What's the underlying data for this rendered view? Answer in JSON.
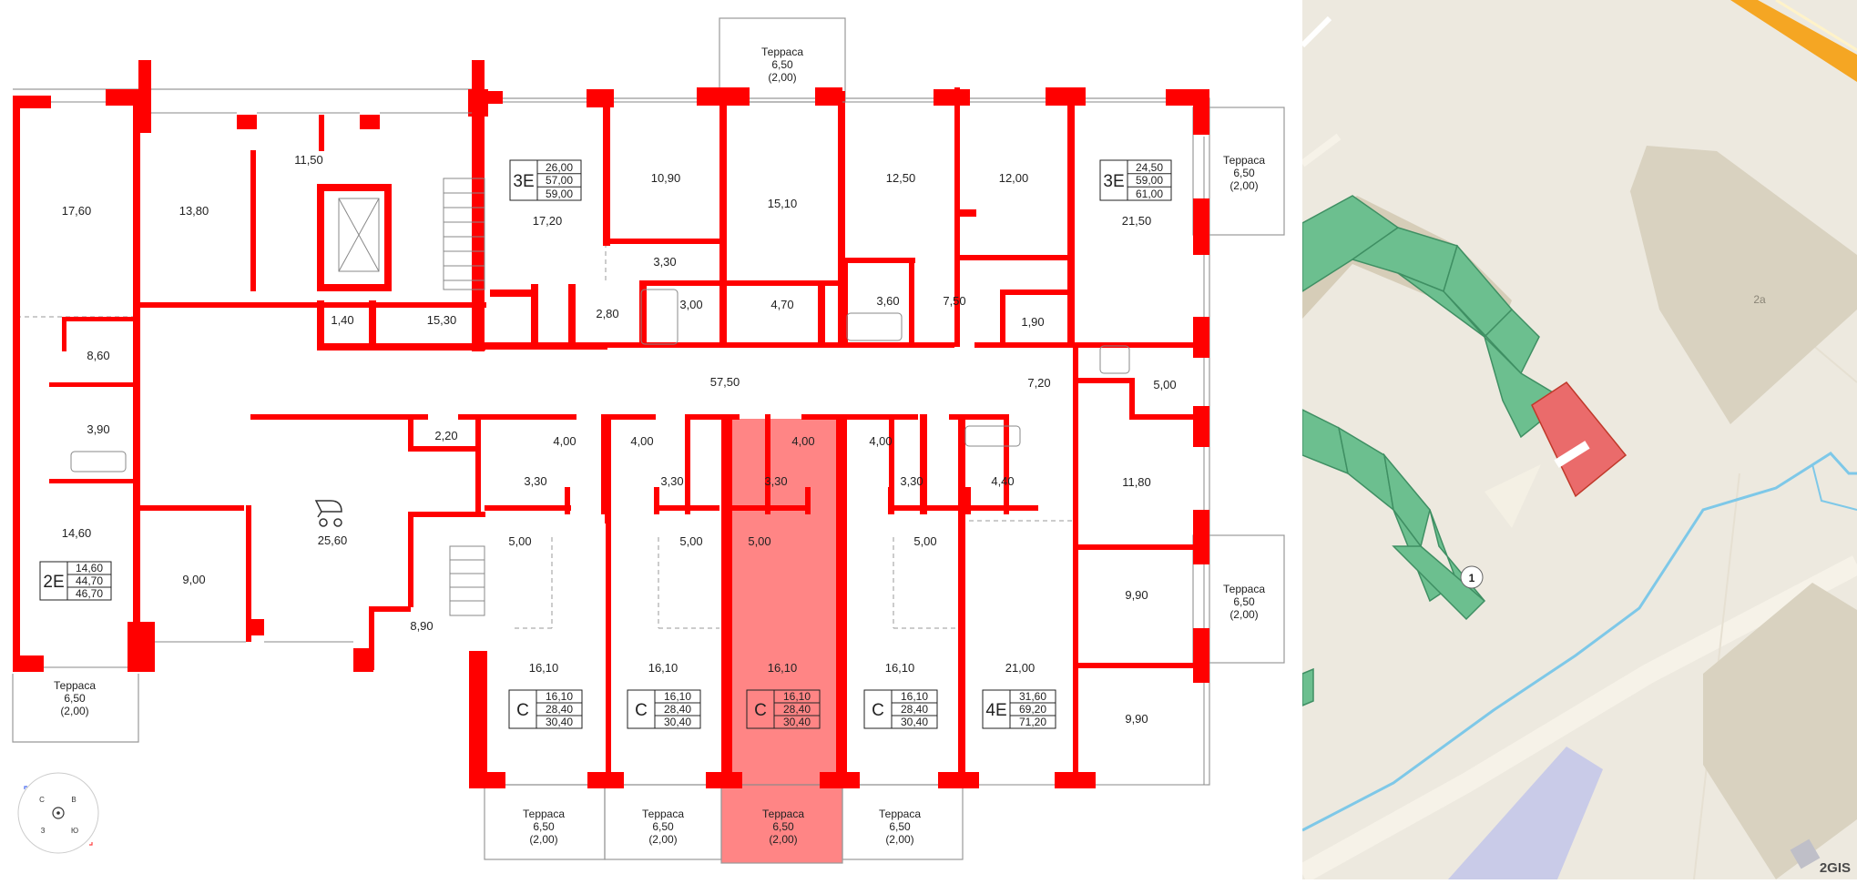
{
  "rooms": [
    {
      "id": "r1",
      "label": "17,60"
    },
    {
      "id": "r2",
      "label": "13,80"
    },
    {
      "id": "r3",
      "label": "11,50"
    },
    {
      "id": "r4",
      "label": "17,20"
    },
    {
      "id": "r5",
      "label": "10,90"
    },
    {
      "id": "r6",
      "label": "15,10"
    },
    {
      "id": "r7",
      "label": "12,50"
    },
    {
      "id": "r8",
      "label": "12,00"
    },
    {
      "id": "r9",
      "label": "21,50"
    },
    {
      "id": "r10",
      "label": "3,30"
    },
    {
      "id": "r11",
      "label": "1,40"
    },
    {
      "id": "r12",
      "label": "15,30"
    },
    {
      "id": "r13",
      "label": "2,80"
    },
    {
      "id": "r14",
      "label": "3,00"
    },
    {
      "id": "r15",
      "label": "4,70"
    },
    {
      "id": "r16",
      "label": "3,60"
    },
    {
      "id": "r17",
      "label": "7,50"
    },
    {
      "id": "r18",
      "label": "1,90"
    },
    {
      "id": "r19",
      "label": "8,60"
    },
    {
      "id": "r20",
      "label": "57,50"
    },
    {
      "id": "r21",
      "label": "7,20"
    },
    {
      "id": "r22",
      "label": "5,00"
    },
    {
      "id": "r23",
      "label": "3,90"
    },
    {
      "id": "r24",
      "label": "2,20"
    },
    {
      "id": "r25",
      "label": "4,00"
    },
    {
      "id": "r26",
      "label": "4,00"
    },
    {
      "id": "r27",
      "label": "4,00"
    },
    {
      "id": "r28",
      "label": "4,00"
    },
    {
      "id": "r29",
      "label": "3,30"
    },
    {
      "id": "r30",
      "label": "3,30"
    },
    {
      "id": "r31",
      "label": "3,30"
    },
    {
      "id": "r32",
      "label": "3,30"
    },
    {
      "id": "r33",
      "label": "4,40"
    },
    {
      "id": "r34",
      "label": "11,80"
    },
    {
      "id": "r35",
      "label": "14,60"
    },
    {
      "id": "r36",
      "label": "25,60"
    },
    {
      "id": "r37",
      "label": "9,00"
    },
    {
      "id": "r38",
      "label": "5,00"
    },
    {
      "id": "r39",
      "label": "5,00"
    },
    {
      "id": "r40",
      "label": "5,00"
    },
    {
      "id": "r41",
      "label": "5,00"
    },
    {
      "id": "r42",
      "label": "9,90"
    },
    {
      "id": "r43",
      "label": "8,90"
    },
    {
      "id": "r44",
      "label": "16,10"
    },
    {
      "id": "r45",
      "label": "16,10"
    },
    {
      "id": "r46",
      "label": "16,10"
    },
    {
      "id": "r47",
      "label": "16,10"
    },
    {
      "id": "r48",
      "label": "21,00"
    },
    {
      "id": "r49",
      "label": "9,90"
    }
  ],
  "terraces": [
    {
      "id": "t1",
      "name": "Терраса",
      "area": "6,50",
      "sub": "(2,00)"
    },
    {
      "id": "t2",
      "name": "Терраса",
      "area": "6,50",
      "sub": "(2,00)"
    },
    {
      "id": "t3",
      "name": "Терраса",
      "area": "6,50",
      "sub": "(2,00)"
    },
    {
      "id": "t4",
      "name": "Терраса",
      "area": "6,50",
      "sub": "(2,00)"
    },
    {
      "id": "t5",
      "name": "Терраса",
      "area": "6,50",
      "sub": "(2,00)"
    },
    {
      "id": "t6",
      "name": "Терраса",
      "area": "6,50",
      "sub": "(2,00)"
    },
    {
      "id": "t7",
      "name": "Терраса",
      "area": "6,50",
      "sub": "(2,00)"
    },
    {
      "id": "t8",
      "name": "Терраса",
      "area": "6,50",
      "sub": "(2,00)"
    }
  ],
  "apartments": [
    {
      "id": "a1",
      "type": "3Е",
      "living": "26,00",
      "total": "57,00",
      "full": "59,00",
      "selected": false
    },
    {
      "id": "a2",
      "type": "3Е",
      "living": "24,50",
      "total": "59,00",
      "full": "61,00",
      "selected": false
    },
    {
      "id": "a3",
      "type": "2Е",
      "living": "14,60",
      "total": "44,70",
      "full": "46,70",
      "selected": false
    },
    {
      "id": "a4",
      "type": "С",
      "living": "16,10",
      "total": "28,40",
      "full": "30,40",
      "selected": false
    },
    {
      "id": "a5",
      "type": "С",
      "living": "16,10",
      "total": "28,40",
      "full": "30,40",
      "selected": false
    },
    {
      "id": "a6",
      "type": "С",
      "living": "16,10",
      "total": "28,40",
      "full": "30,40",
      "selected": true
    },
    {
      "id": "a7",
      "type": "С",
      "living": "16,10",
      "total": "28,40",
      "full": "30,40",
      "selected": false
    },
    {
      "id": "a8",
      "type": "4Е",
      "living": "31,60",
      "total": "69,20",
      "full": "71,20",
      "selected": false
    }
  ],
  "compass": {
    "letters": [
      "С",
      "В",
      "Ю",
      "З"
    ],
    "icon": "compass-icon"
  },
  "map": {
    "building_label": "2а",
    "marker_label": "1",
    "brand": "2GIS",
    "colors": {
      "ground": "#ede9df",
      "building": "#d9d2c0",
      "house_green": "#6cbf8f",
      "house_selected": "#ea6b6b",
      "water": "#7ec8e8",
      "road": "#f6f2e8",
      "highway": "#f5a623",
      "lilac": "#c9cbe8"
    }
  },
  "colors": {
    "wall": "#ff0000",
    "selected_fill": "#ff5c5c"
  }
}
